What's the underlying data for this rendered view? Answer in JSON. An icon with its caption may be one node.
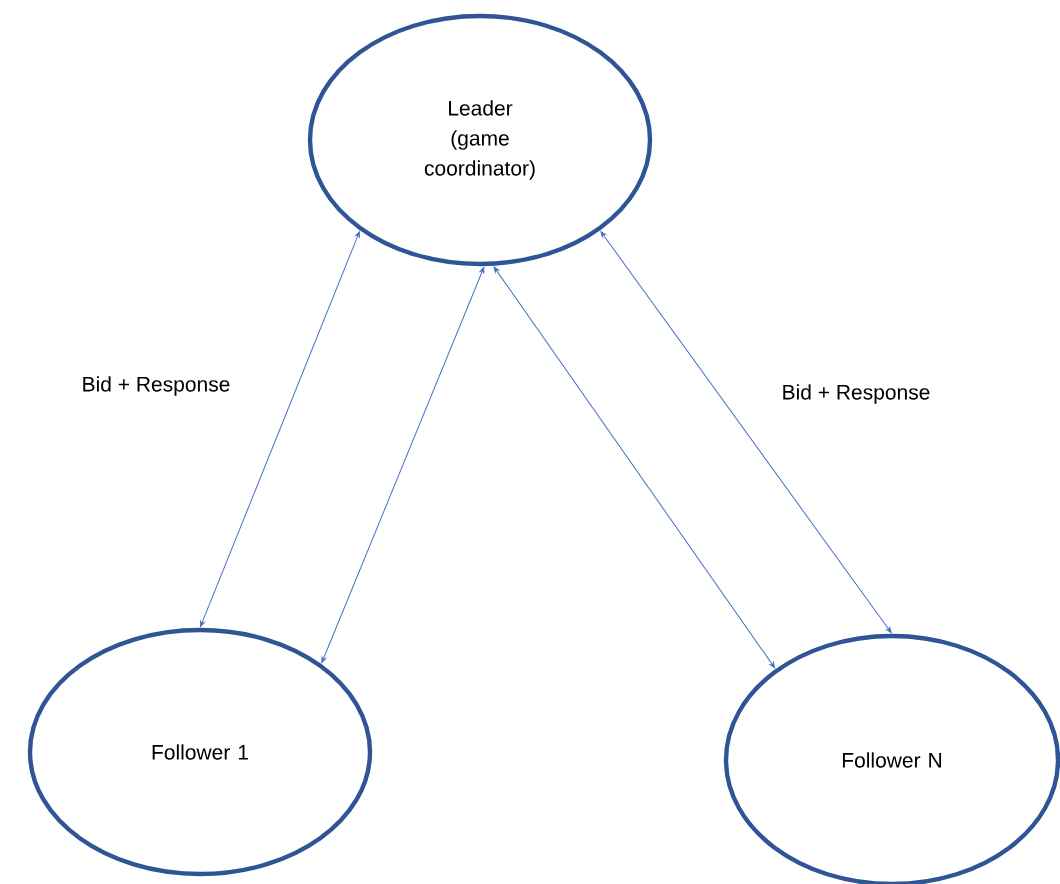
{
  "diagram": {
    "nodes": [
      {
        "text": [
          "Leader (game coordinator)"
        ]
      },
      {
        "text": [
          "Follower 1"
        ]
      },
      {
        "text": [
          "Follower N"
        ]
      }
    ],
    "edges": [
      {
        "from": 0,
        "to": 1,
        "arrow": "both"
      },
      {
        "from": 0,
        "to": 1,
        "arrow": "both"
      },
      {
        "from": 0,
        "to": 2,
        "arrow": "both"
      },
      {
        "from": 0,
        "to": 2,
        "arrow": "both"
      }
    ],
    "labels": [
      "Bid + Response",
      "Bid + Response"
    ]
  }
}
